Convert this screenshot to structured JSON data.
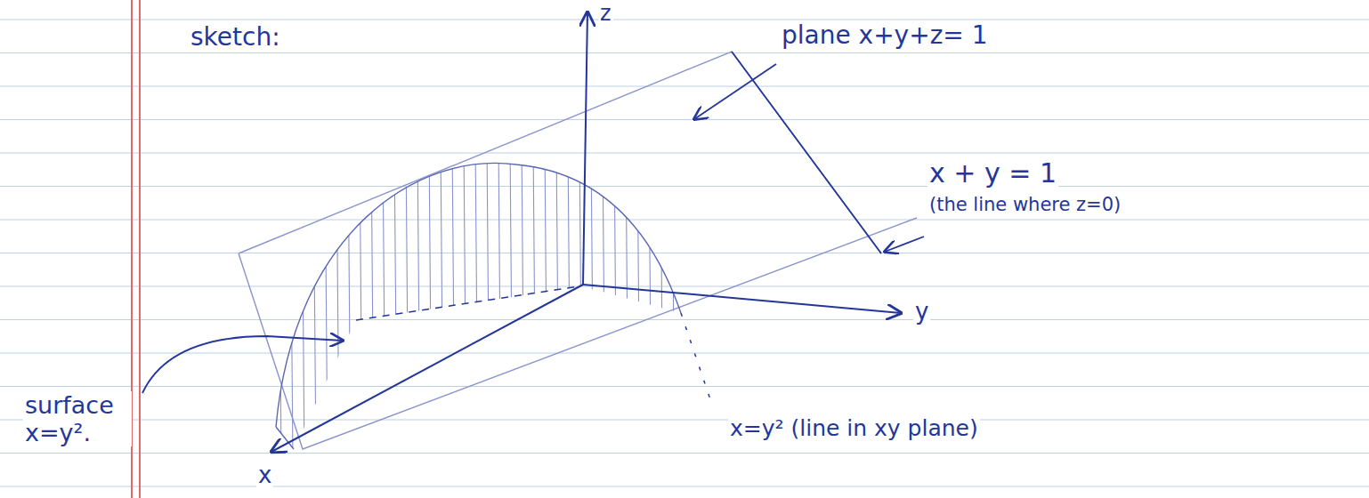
{
  "diagram": {
    "labels": [
      "sketch:",
      "z",
      "y",
      "x",
      "plane x+y+z= 1",
      "x + y = 1",
      "(the line where z=0)",
      "surface x=y².",
      "x=y² (line in xy plane)"
    ]
  }
}
